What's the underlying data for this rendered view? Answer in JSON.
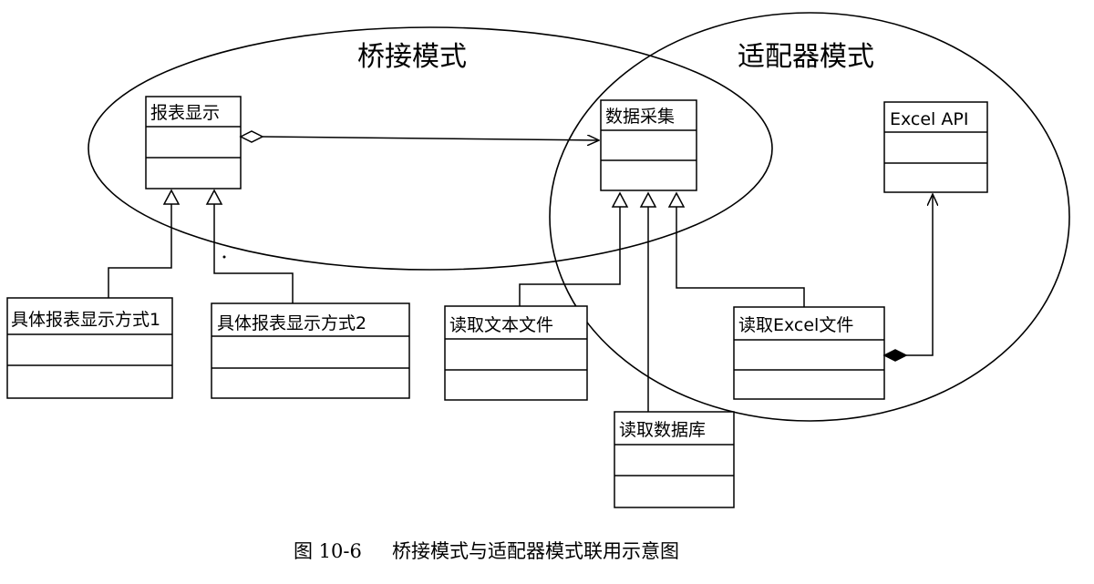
{
  "regions": {
    "bridge": {
      "title": "桥接模式"
    },
    "adapter": {
      "title": "适配器模式"
    }
  },
  "classes": {
    "report_display": {
      "name": "报表显示"
    },
    "concrete_display_1": {
      "name": "具体报表显示方式1"
    },
    "concrete_display_2": {
      "name": "具体报表显示方式2"
    },
    "data_collection": {
      "name": "数据采集"
    },
    "read_text_file": {
      "name": "读取文本文件"
    },
    "read_database": {
      "name": "读取数据库"
    },
    "read_excel_file": {
      "name": "读取Excel文件"
    },
    "excel_api": {
      "name": "Excel API"
    }
  },
  "caption": {
    "figure_number": "图 10-6",
    "text": "桥接模式与适配器模式联用示意图"
  }
}
